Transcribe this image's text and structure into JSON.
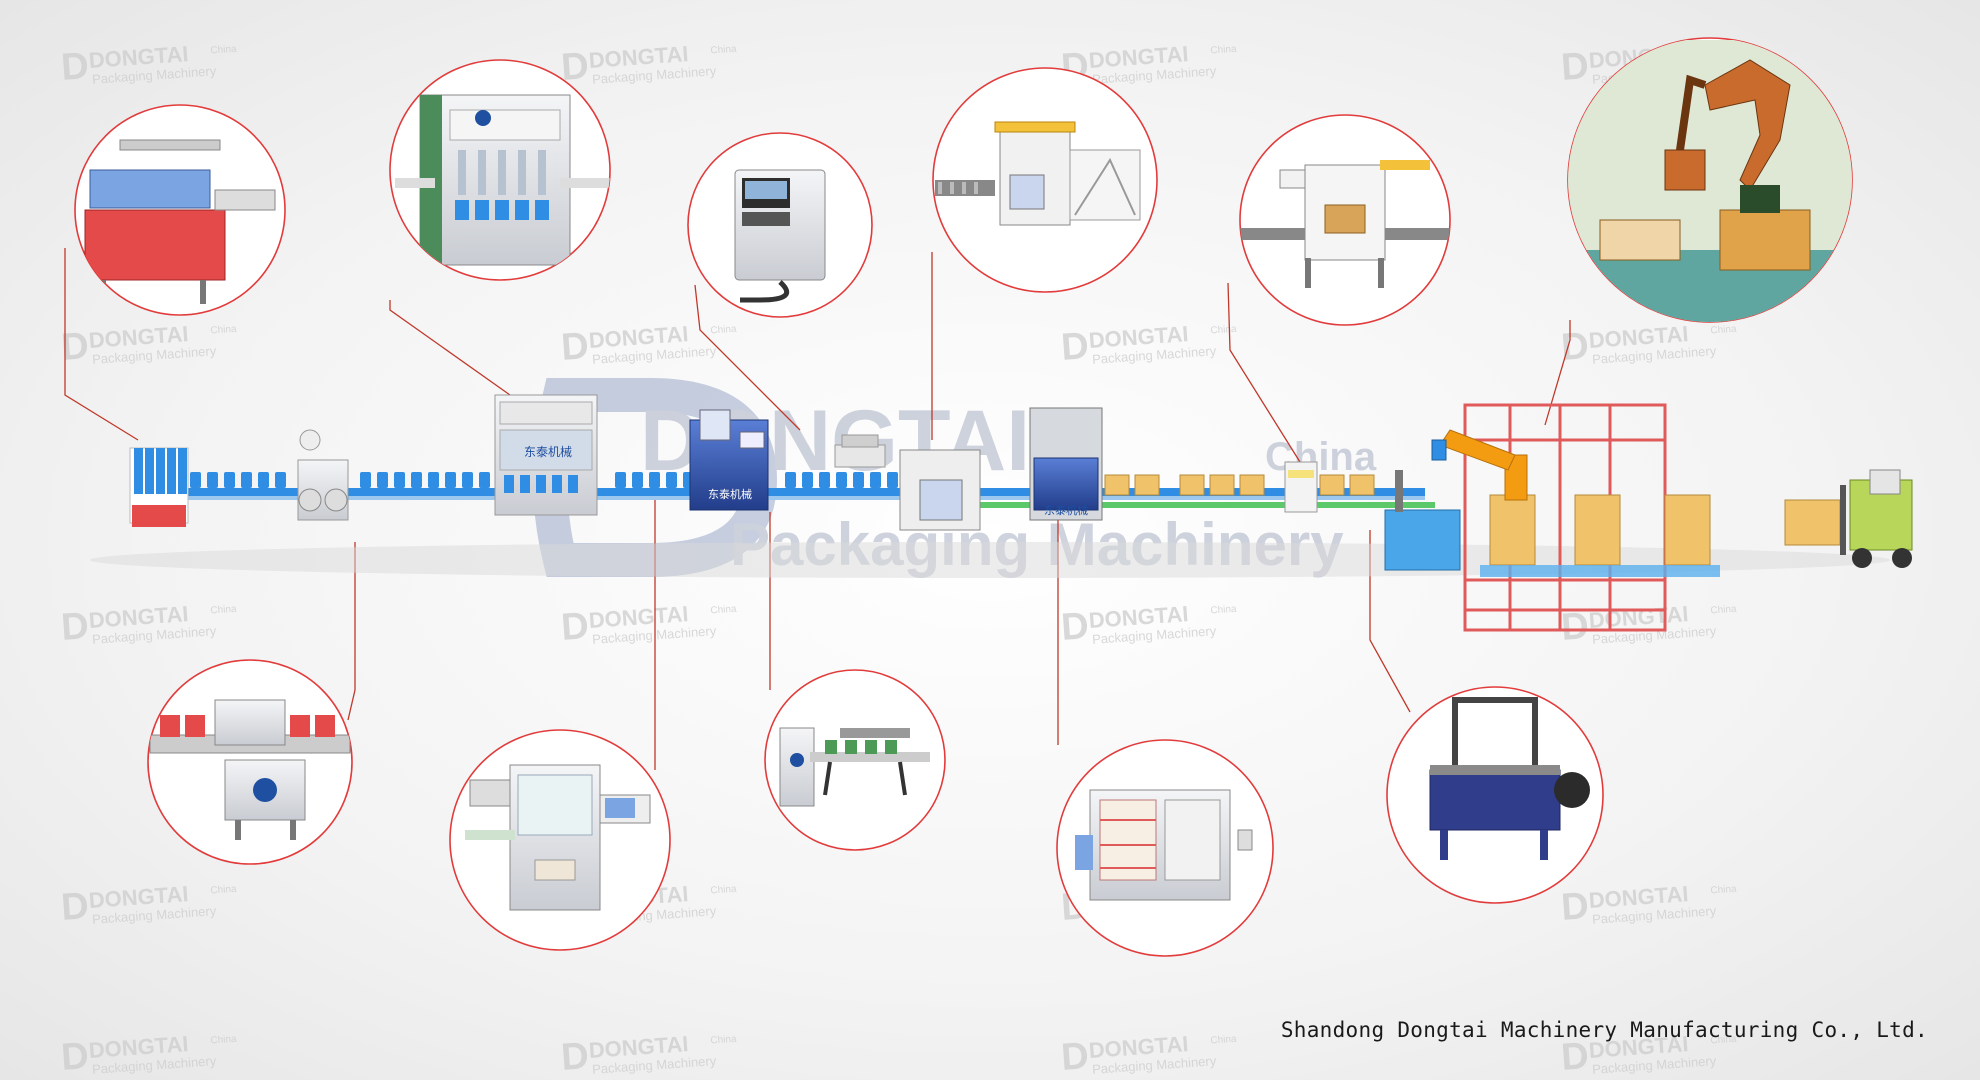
{
  "brand": {
    "logo_letter": "D",
    "watermark_name": "DONGTAI",
    "watermark_suffix": "China",
    "watermark_sub": "Packaging Machinery",
    "machine_plate": "东泰机械",
    "center_name": "DONGTAI",
    "center_suffix": "China",
    "center_sub": "Packaging Machinery"
  },
  "colors": {
    "callout_ring": "#e23b3b",
    "leader_line": "#c0392b",
    "conveyor_blue": "#2f8de4",
    "brand_blue": "#1f4fa0",
    "carton": "#f0c36b",
    "rack_red": "#e05a5a",
    "watermark_gray": "#c9c9c9"
  },
  "callouts": [
    {
      "id": "cap-feeder",
      "icon": "cap-feeder-machine-icon"
    },
    {
      "id": "filling-machine",
      "icon": "filling-machine-icon"
    },
    {
      "id": "inkjet-printer",
      "icon": "inkjet-printer-icon"
    },
    {
      "id": "carton-erector",
      "icon": "carton-erector-icon"
    },
    {
      "id": "carton-sealer",
      "icon": "carton-sealer-icon"
    },
    {
      "id": "palletizing-robot",
      "icon": "palletizing-robot-icon"
    },
    {
      "id": "labeling-machine",
      "icon": "labeling-machine-icon"
    },
    {
      "id": "capping-machine",
      "icon": "capping-machine-icon"
    },
    {
      "id": "induction-sealer",
      "icon": "induction-sealer-icon"
    },
    {
      "id": "case-packer",
      "icon": "case-packer-icon"
    },
    {
      "id": "strapping-machine",
      "icon": "strapping-machine-icon"
    }
  ],
  "footer": {
    "company": "Shandong Dongtai Machinery Manufacturing Co., Ltd."
  }
}
